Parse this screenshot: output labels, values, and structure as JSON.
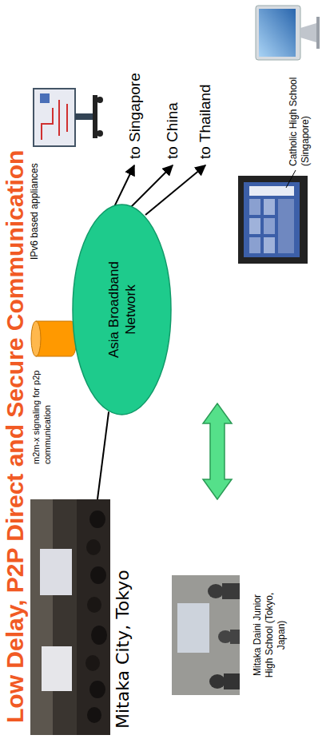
{
  "diagram": {
    "title": "Low Delay, P2P Direct and Secure Communication",
    "nodes": [
      {
        "text": [
          "m2m-x signaling for p2p communication"
        ]
      },
      {
        "text": [
          "Asia Broadband Network"
        ]
      },
      {
        "text": [
          "Mitaka City, Tokyo"
        ]
      },
      {
        "text": [
          "IPv6 based appliances"
        ]
      },
      {
        "text": [
          "Mitaka Daini Junior High School (Tokyo, Japan)"
        ]
      },
      {
        "text": [
          "Catholic High School (Singapore)"
        ]
      }
    ],
    "edges": [
      {
        "from": 2,
        "to": 1,
        "arrow": "none"
      }
    ],
    "labels": [
      "to Singapore",
      "to China",
      "to Thailand"
    ]
  }
}
